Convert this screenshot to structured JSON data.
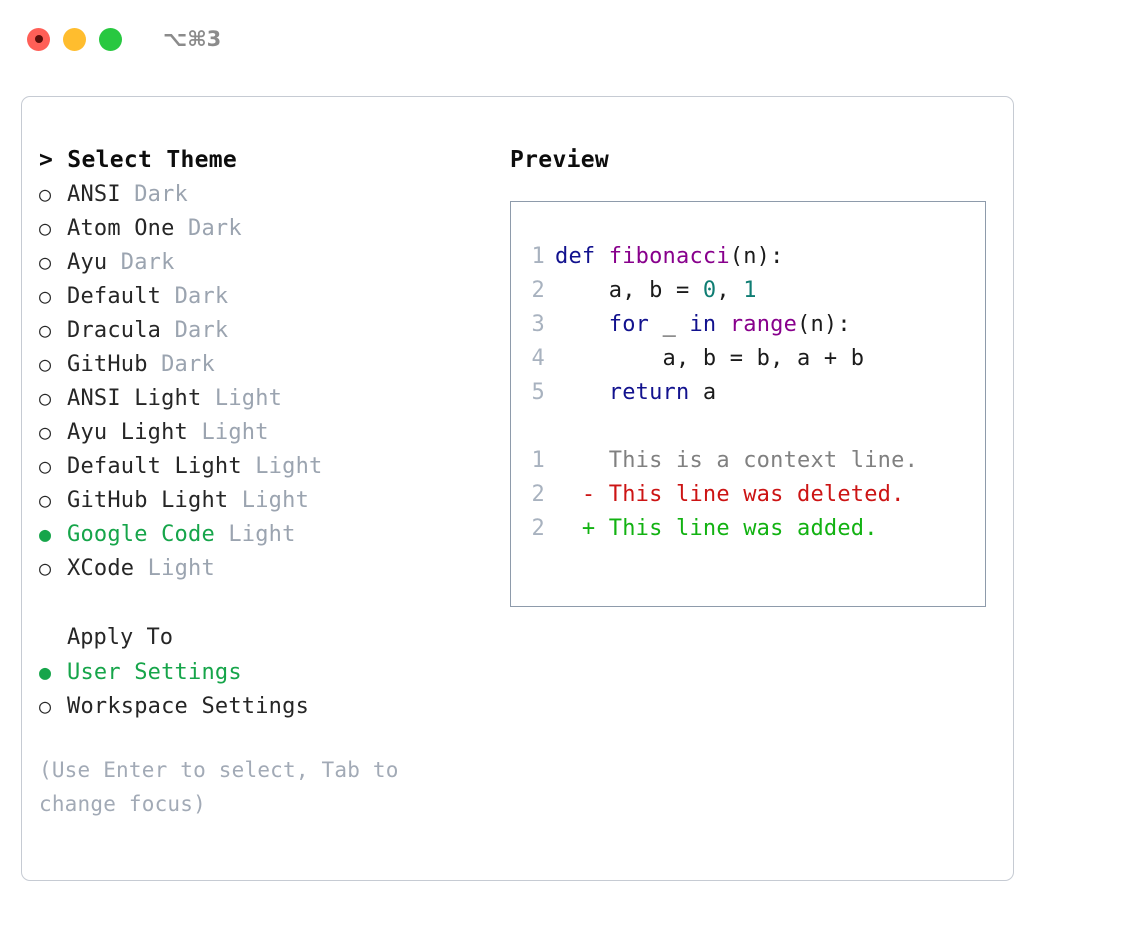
{
  "titlebar": {
    "shortcut": "⌥⌘3",
    "lights": [
      {
        "name": "close",
        "color": "#ff5f57"
      },
      {
        "name": "minimize",
        "color": "#ffbd2e"
      },
      {
        "name": "maximize",
        "color": "#28c840"
      }
    ]
  },
  "left": {
    "header": "> Select Theme",
    "themes": [
      {
        "bullet": "○",
        "name": "ANSI",
        "tag": "Dark",
        "selected": false
      },
      {
        "bullet": "○",
        "name": "Atom One",
        "tag": "Dark",
        "selected": false
      },
      {
        "bullet": "○",
        "name": "Ayu",
        "tag": "Dark",
        "selected": false
      },
      {
        "bullet": "○",
        "name": "Default",
        "tag": "Dark",
        "selected": false
      },
      {
        "bullet": "○",
        "name": "Dracula",
        "tag": "Dark",
        "selected": false
      },
      {
        "bullet": "○",
        "name": "GitHub",
        "tag": "Dark",
        "selected": false
      },
      {
        "bullet": "○",
        "name": "ANSI Light",
        "tag": "Light",
        "selected": false
      },
      {
        "bullet": "○",
        "name": "Ayu Light",
        "tag": "Light",
        "selected": false
      },
      {
        "bullet": "○",
        "name": "Default Light",
        "tag": "Light",
        "selected": false
      },
      {
        "bullet": "○",
        "name": "GitHub Light",
        "tag": "Light",
        "selected": false
      },
      {
        "bullet": "●",
        "name": "Google Code",
        "tag": "Light",
        "selected": true
      },
      {
        "bullet": "○",
        "name": "XCode",
        "tag": "Light",
        "selected": false
      }
    ],
    "apply_to_label": "Apply To",
    "apply_to": [
      {
        "bullet": "●",
        "name": "User Settings",
        "selected": true
      },
      {
        "bullet": "○",
        "name": "Workspace Settings",
        "selected": false
      }
    ],
    "hint": "(Use Enter to select, Tab to change focus)"
  },
  "preview": {
    "title": "Preview",
    "code_lines": [
      {
        "num": "1",
        "tokens": [
          {
            "t": "def ",
            "c": "kw"
          },
          {
            "t": "fibonacci",
            "c": "fn"
          },
          {
            "t": "(n):",
            "c": "pl"
          }
        ]
      },
      {
        "num": "2",
        "tokens": [
          {
            "t": "    a, b = ",
            "c": "pl"
          },
          {
            "t": "0",
            "c": "num"
          },
          {
            "t": ", ",
            "c": "pl"
          },
          {
            "t": "1",
            "c": "num"
          }
        ]
      },
      {
        "num": "3",
        "tokens": [
          {
            "t": "    ",
            "c": "pl"
          },
          {
            "t": "for",
            "c": "kw"
          },
          {
            "t": " _ ",
            "c": "pl"
          },
          {
            "t": "in",
            "c": "kw"
          },
          {
            "t": " ",
            "c": "pl"
          },
          {
            "t": "range",
            "c": "fn"
          },
          {
            "t": "(n):",
            "c": "pl"
          }
        ]
      },
      {
        "num": "4",
        "tokens": [
          {
            "t": "        a, b = b, a + b",
            "c": "pl"
          }
        ]
      },
      {
        "num": "5",
        "tokens": [
          {
            "t": "    ",
            "c": "pl"
          },
          {
            "t": "return",
            "c": "kw"
          },
          {
            "t": " a",
            "c": "pl"
          }
        ]
      }
    ],
    "diff_lines": [
      {
        "num": "1",
        "marker": "  ",
        "text": "This is a context line.",
        "kind": "ctx"
      },
      {
        "num": "2",
        "marker": "- ",
        "text": "This line was deleted.",
        "kind": "del"
      },
      {
        "num": "2",
        "marker": "+ ",
        "text": "This line was added.",
        "kind": "add"
      }
    ]
  },
  "colors": {
    "accent_green": "#16a54a",
    "muted": "#9ba4b0",
    "hint": "#a2aab6",
    "keyword": "#12128e",
    "function": "#88008c",
    "number": "#0f7d73",
    "diff_deleted": "#cc1414",
    "diff_added": "#12b212",
    "diff_context": "#808080",
    "gutter": "#a8b2bf",
    "panel_border": "#c6cbd3",
    "preview_border": "#8e9bab"
  }
}
